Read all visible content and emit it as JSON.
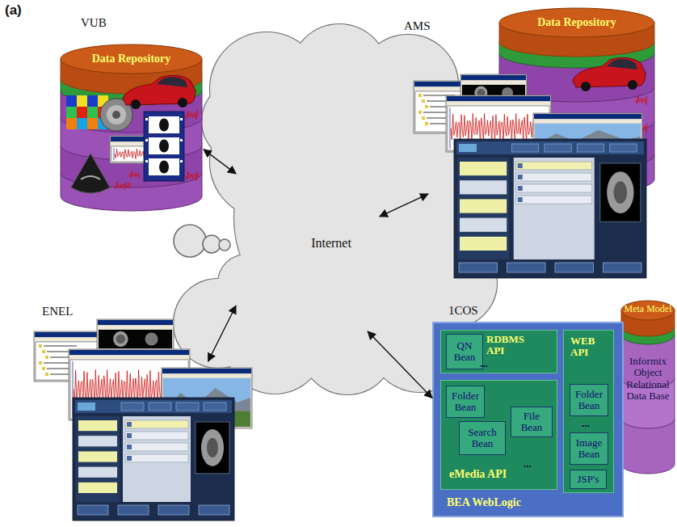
{
  "diagram": {
    "nodes": [
      {
        "text": [
          "VUB",
          "Data Repository"
        ]
      },
      {
        "text": [
          "AMS",
          "Data Repository"
        ]
      },
      {
        "text": [
          "Internet"
        ]
      },
      {
        "text": [
          "ENEL"
        ]
      },
      {
        "text": [
          "1COS",
          "BEA WebLogic"
        ]
      },
      {
        "text": [
          "RDBMS API",
          "..."
        ],
        "in": 4
      },
      {
        "text": [
          "QN Bean"
        ],
        "in": 5
      },
      {
        "text": [
          "eMedia API",
          "..."
        ],
        "in": 4
      },
      {
        "text": [
          "Folder Bean"
        ],
        "in": 7
      },
      {
        "text": [
          "File Bean"
        ],
        "in": 7
      },
      {
        "text": [
          "Search Bean"
        ],
        "in": 7
      },
      {
        "text": [
          "WEB API",
          "..."
        ],
        "in": 4
      },
      {
        "text": [
          "Folder Bean"
        ],
        "in": 11
      },
      {
        "text": [
          "Image Bean"
        ],
        "in": 11
      },
      {
        "text": [
          "JSP's"
        ],
        "in": 11
      },
      {
        "text": [
          "Meta Model",
          "Informix Object Relational Data Base"
        ]
      }
    ],
    "edges": [
      {
        "from": 0,
        "to": 2,
        "arrow": "both"
      },
      {
        "from": 1,
        "to": 2,
        "arrow": "both"
      },
      {
        "from": 3,
        "to": 2,
        "arrow": "both"
      },
      {
        "from": 4,
        "to": 2,
        "arrow": "both"
      }
    ],
    "labels": [
      "(a)"
    ]
  }
}
